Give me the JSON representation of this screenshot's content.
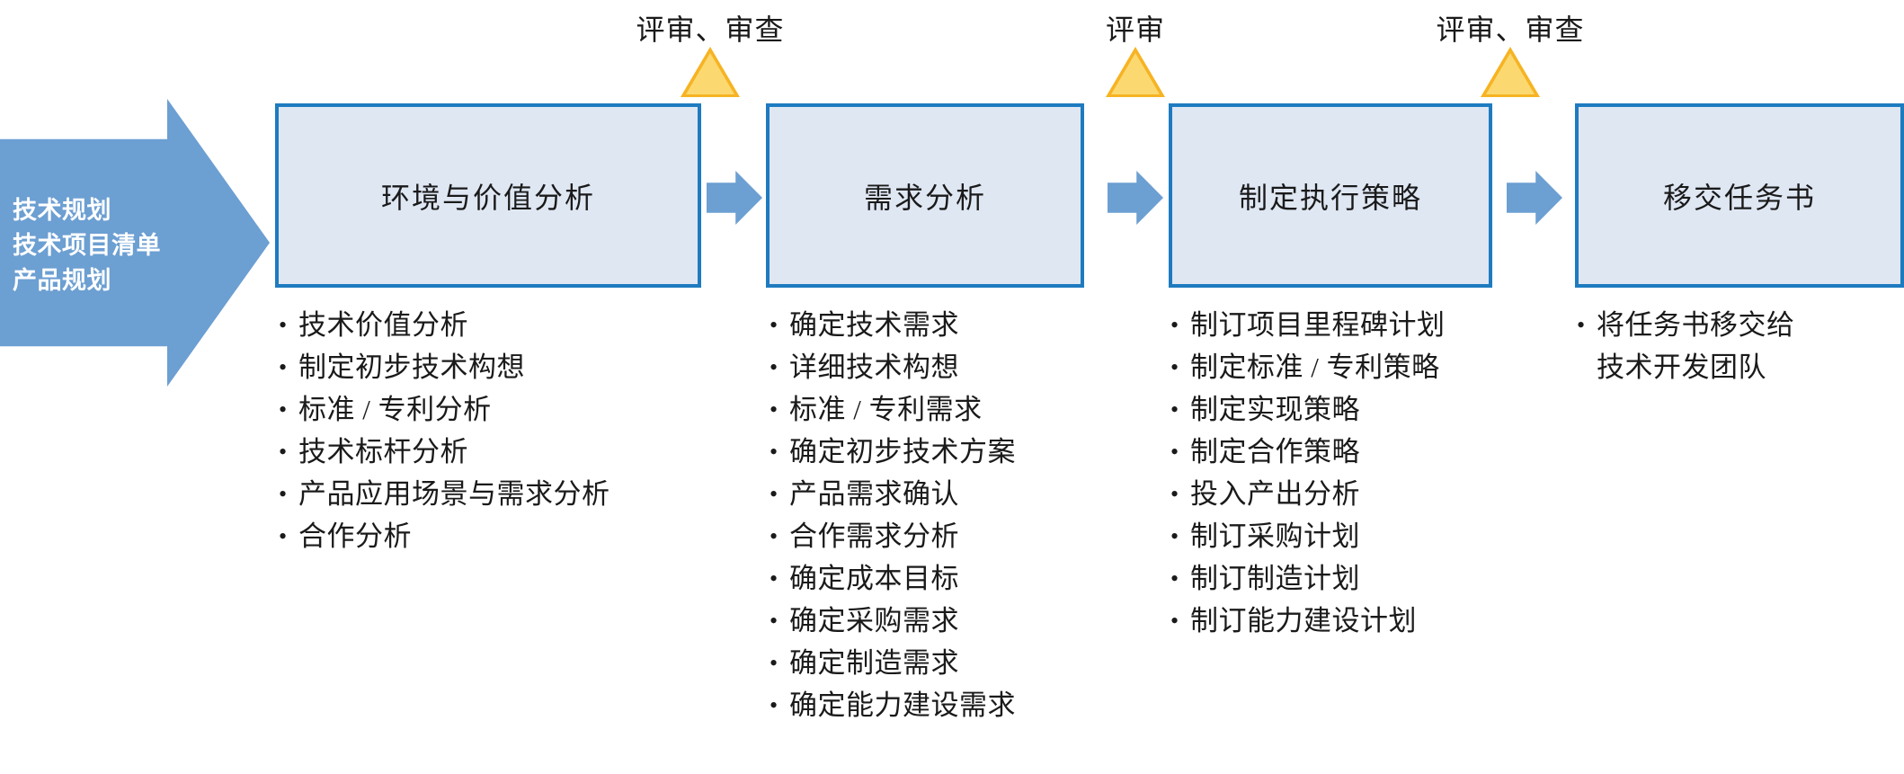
{
  "diagram": {
    "title_arrow": {
      "lines": [
        "技术规划",
        "技术项目清单",
        "产品规划"
      ],
      "fill_color": "#6C9FD2",
      "text_color": "#FFFFFF"
    },
    "colors": {
      "box_fill": "#DFE7F3",
      "box_border": "#1E7BC0",
      "connector": "#6C9FD2",
      "gate_outer": "#F6B323",
      "gate_inner": "#FCD970"
    },
    "stages": [
      {
        "id": "stage-1",
        "title": "环境与价值分析",
        "bullets": [
          "技术价值分析",
          "制定初步技术构想",
          "标准 / 专利分析",
          "技术标杆分析",
          "产品应用场景与需求分析",
          "合作分析"
        ]
      },
      {
        "id": "stage-2",
        "title": "需求分析",
        "bullets": [
          "确定技术需求",
          "详细技术构想",
          "标准 / 专利需求",
          "确定初步技术方案",
          "产品需求确认",
          "合作需求分析",
          "确定成本目标",
          "确定采购需求",
          "确定制造需求",
          "确定能力建设需求"
        ]
      },
      {
        "id": "stage-3",
        "title": "制定执行策略",
        "bullets": [
          "制订项目里程碑计划",
          "制定标准 / 专利策略",
          "制定实现策略",
          "制定合作策略",
          "投入产出分析",
          "制订采购计划",
          "制订制造计划",
          "制订能力建设计划"
        ]
      },
      {
        "id": "stage-4",
        "title": "移交任务书",
        "bullets": [
          "将任务书移交给\n技术开发团队"
        ]
      }
    ],
    "gates": [
      {
        "id": "gate-1",
        "label": "评审、审查"
      },
      {
        "id": "gate-2",
        "label": "评审"
      },
      {
        "id": "gate-3",
        "label": "评审、审查"
      }
    ],
    "bullet_glyph": "•"
  }
}
